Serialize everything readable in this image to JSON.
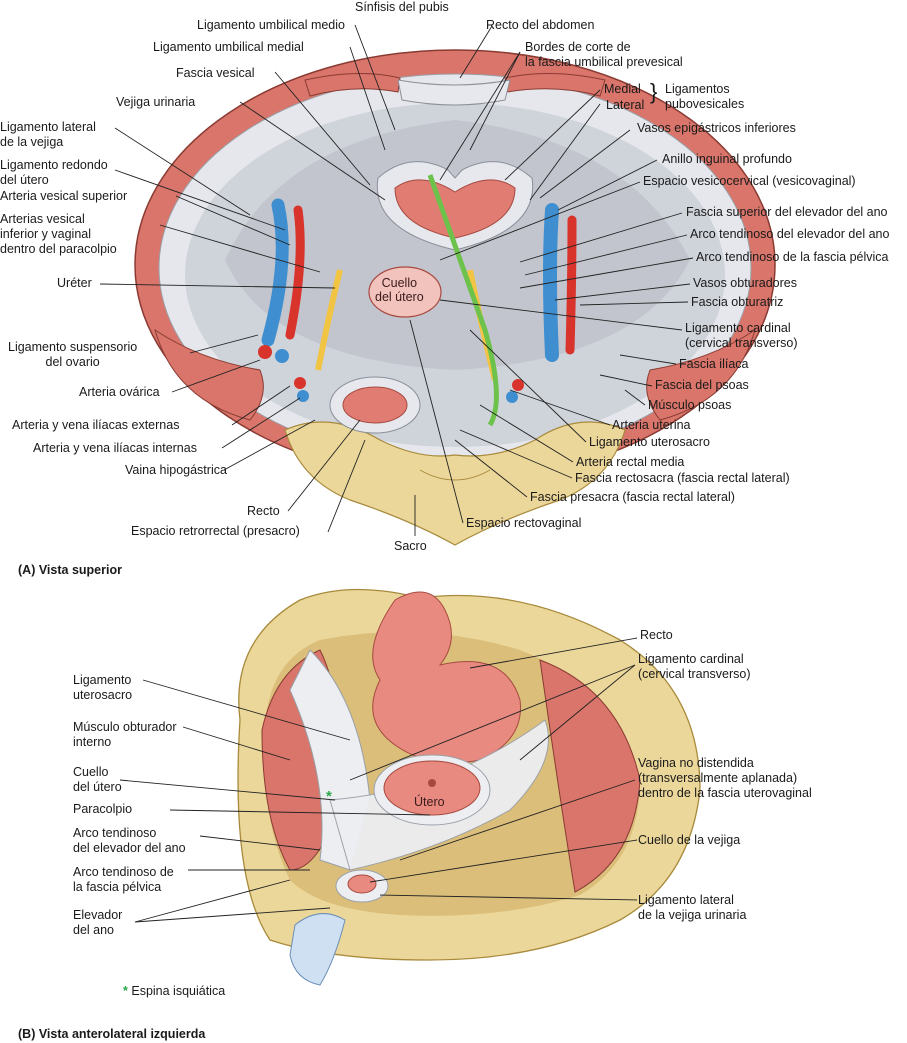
{
  "panel_a": {
    "caption": "(A) Vista superior",
    "labels": {
      "sinfisis": "Sínfisis del pubis",
      "lig_umb_medio": "Ligamento umbilical medio",
      "lig_umb_medial": "Ligamento umbilical medial",
      "fascia_vesical": "Fascia vesical",
      "vejiga": "Vejiga urinaria",
      "lig_lateral_vejiga": "Ligamento lateral\nde la vejiga",
      "lig_redondo": "Ligamento redondo\ndel útero",
      "art_vesical_sup": "Arteria vesical superior",
      "art_vesical_inf": "Arterias vesical\ninferior y vaginal\ndentro del paracolpio",
      "ureter": "Uréter",
      "lig_suspensorio": "Ligamento suspensorio\ndel ovario",
      "art_ovarica": "Arteria ovárica",
      "iliacas_ext": "Arteria y vena ilíacas externas",
      "iliacas_int": "Arteria y vena ilíacas internas",
      "vaina": "Vaina hipogástrica",
      "recto": "Recto",
      "esp_retrorrectal": "Espacio retrorrectal (presacro)",
      "sacro": "Sacro",
      "recto_abdomen": "Recto del abdomen",
      "bordes_corte": "Bordes de corte de\nla fascia umbilical prevesical",
      "medial": "Medial",
      "lateral": "Lateral",
      "lig_pubovesicales": "Ligamentos\npubovesicales",
      "vasos_epig": "Vasos epigástricos inferiores",
      "anillo": "Anillo inguinal profundo",
      "esp_vesicocervical": "Espacio vesicocervical (vesicovaginal)",
      "fascia_sup_elev": "Fascia superior del elevador del ano",
      "arco_elev": "Arco tendinoso del elevador del ano",
      "arco_fascia": "Arco tendinoso de la fascia pélvica",
      "vasos_obt": "Vasos obturadores",
      "fascia_obt": "Fascia obturatriz",
      "lig_cardinal": "Ligamento cardinal\n(cervical transverso)",
      "fascia_iliaca": "Fascia ilíaca",
      "fascia_psoas": "Fascia del psoas",
      "musculo_psoas": "Músculo psoas",
      "art_uterina": "Arteria uterina",
      "lig_uterosacro": "Ligamento uterosacro",
      "art_rectal": "Arteria rectal media",
      "fascia_rectosacra": "Fascia rectosacra (fascia rectal lateral)",
      "fascia_presacra": "Fascia presacra (fascia rectal lateral)",
      "esp_rectovaginal": "Espacio rectovaginal",
      "cuello_utero": "Cuello\ndel útero"
    }
  },
  "panel_b": {
    "caption": "(B) Vista anterolateral izquierda",
    "labels": {
      "recto": "Recto",
      "lig_cardinal": "Ligamento cardinal\n(cervical transverso)",
      "lig_uterosacro": "Ligamento\nuterosacro",
      "obturador": "Músculo obturador\ninterno",
      "cuello_utero": "Cuello\ndel útero",
      "paracolpio": "Paracolpio",
      "arco_elev": "Arco tendinoso\ndel elevador del ano",
      "arco_fascia": "Arco tendinoso de\nla fascia pélvica",
      "elevador": "Elevador\ndel ano",
      "vagina": "Vagina no distendida\n(transversalmente aplanada)\ndentro de la fascia uterovaginal",
      "cuello_vejiga": "Cuello de la vejiga",
      "lig_lat_vejiga": "Ligamento lateral\nde la vejiga urinaria",
      "utero": "Útero",
      "star": "*",
      "espina": "Espina isquiática"
    }
  },
  "colors": {
    "muscle": "#d9756a",
    "muscle_dark": "#b9483f",
    "fascia": "#dfe3ea",
    "bone": "#ecd79a",
    "bone_dark": "#c9ad62",
    "artery": "#d8342c",
    "vein": "#3f8fd0",
    "ureter": "#f2c443",
    "nerve_green": "#6cc24a"
  }
}
